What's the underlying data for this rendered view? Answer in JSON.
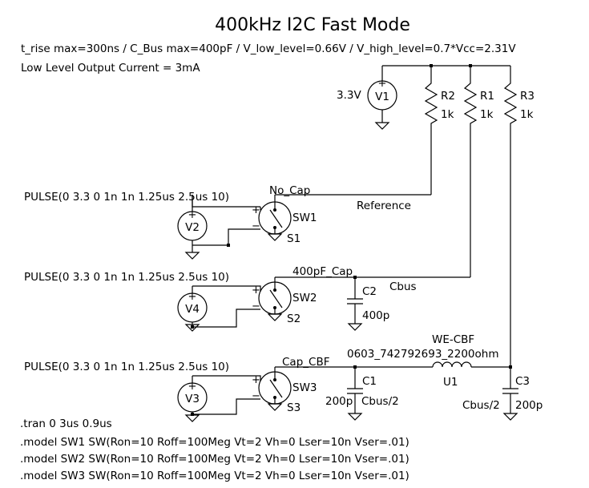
{
  "title": "400kHz I2C Fast Mode",
  "spec_lines": [
    "t_rise max=300ns / C_Bus max=400pF / V_low_level=0.66V / V_high_level=0.7*Vcc=2.31V",
    "Low Level Output Current = 3mA"
  ],
  "symbols": {
    "plus": "+",
    "minus": "−"
  },
  "supply": {
    "ref": "V1",
    "value": "3.3V"
  },
  "resistors": [
    {
      "ref": "R2",
      "value": "1k"
    },
    {
      "ref": "R1",
      "value": "1k"
    },
    {
      "ref": "R3",
      "value": "1k"
    }
  ],
  "sources": [
    {
      "ref": "V2",
      "pulse": "PULSE(0 3.3 0 1n 1n 1.25us 2.5us 10)"
    },
    {
      "ref": "V4",
      "pulse": "PULSE(0 3.3 0 1n 1n 1.25us 2.5us 10)"
    },
    {
      "ref": "V3",
      "pulse": "PULSE(0 3.3 0 1n 1n 1.25us 2.5us 10)"
    }
  ],
  "switches": [
    {
      "ref": "SW1",
      "model_ref": "S1"
    },
    {
      "ref": "SW2",
      "model_ref": "S2"
    },
    {
      "ref": "SW3",
      "model_ref": "S3"
    }
  ],
  "nets": {
    "no_cap": "No_Cap",
    "reference": "Reference",
    "cap_400pf": "400pF_Cap",
    "cbus": "Cbus",
    "cap_cbf": "Cap_CBF"
  },
  "capacitors": [
    {
      "ref": "C2",
      "value": "400p"
    },
    {
      "ref": "C1",
      "value": "200p",
      "label": "Cbus/2"
    },
    {
      "ref": "C3",
      "value": "200p",
      "label": "Cbus/2"
    }
  ],
  "inductor": {
    "ref": "U1",
    "part_line_1": "WE-CBF",
    "part_line_2": "0603_742792693_2200ohm"
  },
  "directives": [
    ".tran 0 3us 0.9us",
    ".model SW1 SW(Ron=10 Roff=100Meg Vt=2 Vh=0 Lser=10n Vser=.01)",
    ".model SW2 SW(Ron=10 Roff=100Meg Vt=2 Vh=0 Lser=10n Vser=.01)",
    ".model SW3 SW(Ron=10 Roff=100Meg Vt=2 Vh=0 Lser=10n Vser=.01)"
  ]
}
